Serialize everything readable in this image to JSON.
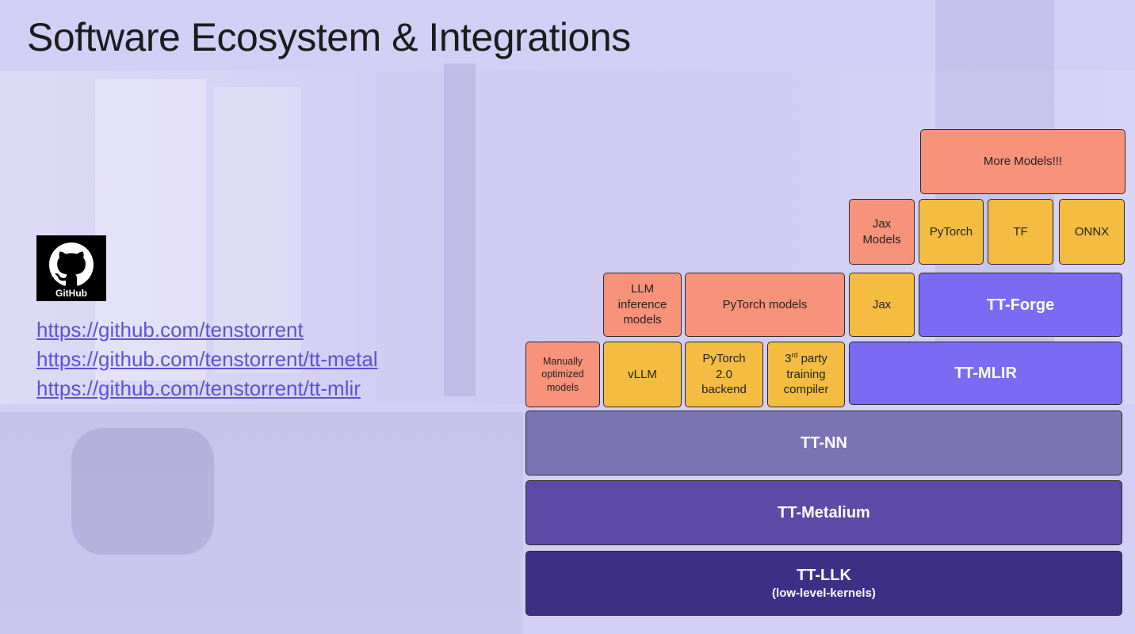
{
  "slide": {
    "title": "Software Ecosystem & Integrations"
  },
  "github": {
    "logo_word": "GitHub",
    "links": [
      "https://github.com/tenstorrent",
      "https://github.com/tenstorrent/tt-metal",
      "https://github.com/tenstorrent/tt-mlir"
    ]
  },
  "stack": {
    "more_models": "More Models!!!",
    "jax_models": "Jax Models",
    "pytorch": "PyTorch",
    "tf": "TF",
    "onnx": "ONNX",
    "llm_inference_models": "LLM inference models",
    "pytorch_models": "PyTorch models",
    "jax": "Jax",
    "tt_forge": "TT-Forge",
    "manually_optimized_models": "Manually optimized models",
    "vllm": "vLLM",
    "pytorch_backend": "PyTorch 2.0 backend",
    "third_party_prefix": "3",
    "third_party_sup": "rd",
    "third_party_rest": " party training compiler",
    "tt_mlir": "TT-MLIR",
    "tt_nn": "TT-NN",
    "tt_metalium": "TT-Metalium",
    "tt_llk": "TT-LLK",
    "tt_llk_sub": "(low-level-kernels)"
  },
  "colors": {
    "salmon": "#f7937b",
    "yellow": "#f4bc41",
    "purple_bright": "#7b6af2",
    "tt_nn": "#7c73b2",
    "tt_metalium": "#5b4aa6",
    "tt_llk": "#3e2f86",
    "link": "#5b53d6",
    "background": "#d3cff4"
  }
}
